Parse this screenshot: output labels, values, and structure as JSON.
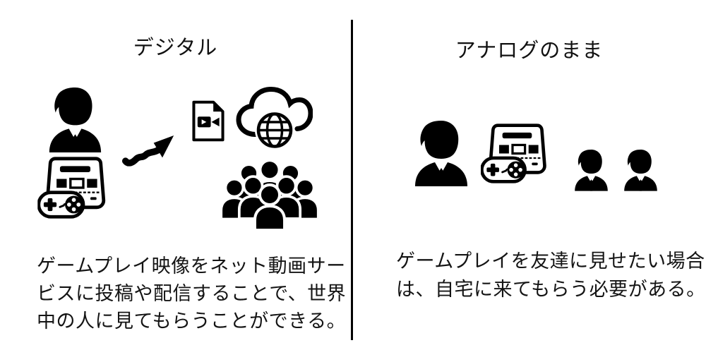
{
  "page": {
    "background": "#ffffff"
  },
  "divider": {
    "color": "#000000"
  },
  "colors": {
    "icon": "#000000",
    "text": "#141414"
  },
  "left_panel": {
    "title": "デジタル",
    "description_lines": [
      "ゲームプレイ映像をネット動画サー",
      "ビスに投稿や配信することで、世界",
      "中の人に見てもらうことができる。"
    ],
    "icon_names": [
      "businessman-icon",
      "retro-game-console-icon",
      "rising-zigzag-arrow-icon",
      "video-file-icon",
      "cloud-internet-globe-icon",
      "crowd-icon"
    ]
  },
  "right_panel": {
    "title": "アナログのまま",
    "description_lines": [
      "ゲームプレイを友達に見せたい場合",
      "は、自宅に来てもらう必要がある。"
    ],
    "icon_names": [
      "businessman-icon",
      "retro-game-console-icon",
      "friend-icon",
      "friend-icon"
    ]
  }
}
